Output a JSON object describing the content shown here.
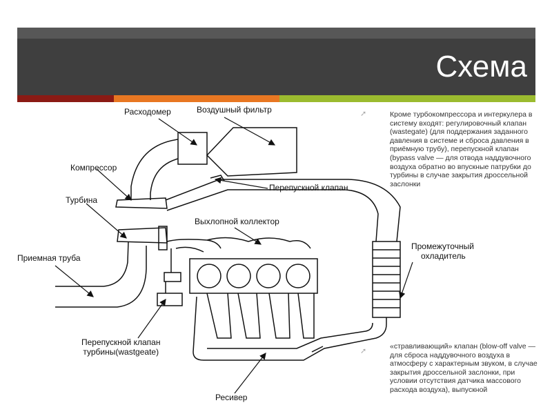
{
  "slide": {
    "title": "Схема",
    "colors": {
      "header": "#3f3f3f",
      "header_top": "#575757",
      "stripe_red": "#8b1a14",
      "stripe_orange": "#e87722",
      "stripe_green": "#9bbb2f"
    }
  },
  "diagram": {
    "labels": {
      "flow_meter": "Расходомер",
      "air_filter": "Воздушный фильтр",
      "compressor": "Компрессор",
      "bypass_valve": "Перепускной клапан",
      "turbine": "Турбина",
      "exhaust_manifold": "Выхлопной коллектор",
      "intake_pipe": "Приемная труба",
      "intercooler_line1": "Промежуточный",
      "intercooler_line2": "охладитель",
      "wastegate_line1": "Перепускной клапан",
      "wastegate_line2": "турбины(wastgeate)",
      "receiver": "Ресивер"
    },
    "notes": {
      "note1": "Кроме турбокомпрессора и интеркулера в систему входят: регулировочный клапан (wastegate) (для поддержания заданного давления в системе и сброса давления в приёмную трубу), перепускной клапан (bypass valve — для отвода наддувочного воздуха обратно во впускные патрубки до турбины в случае закрытия дроссельной заслонки",
      "note2": "«стравливающий» клапан (blow-off valve — для сброса наддувочного воздуха в атмосферу с характерным звуком, в случае закрытия дроссельной заслонки, при условии отсутствия датчика массового расхода воздуха), выпускной"
    }
  }
}
